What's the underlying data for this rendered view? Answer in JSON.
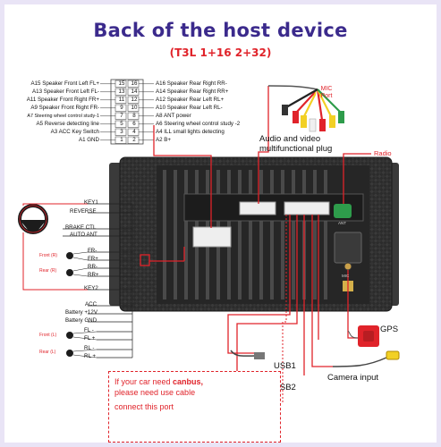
{
  "header": {
    "title": "Back of the host device",
    "subtitle": "(T3L 1+16 2+32)"
  },
  "connector_pins": {
    "left": [
      "A15  Speaker Front Left FL+",
      "A13  Speaker Front Left FL-",
      "A11  Speaker Front Right FR+",
      "A9  Speaker Front Right FR-",
      "A7  Steering wheel control study-1",
      "A5  Reverse detecting line",
      "A3 ACC Key Switch",
      "A1 GND"
    ],
    "right": [
      "A16 Speaker Rear Right RR-",
      "A14 Speaker Rear Right RR+",
      "A12 Speaker Rear Left RL+",
      "A10 Speaker Rear Left RL-",
      "A8  ANT power",
      "A6  Steering wheel control study -2",
      "A4  ILL small lights detecting",
      "A2  B+"
    ],
    "numbers_left": [
      "15",
      "13",
      "11",
      "9",
      "7",
      "5",
      "3",
      "1"
    ],
    "numbers_right": [
      "16",
      "14",
      "12",
      "10",
      "8",
      "6",
      "4",
      "2"
    ]
  },
  "av_plug": {
    "mic_label": "MIC Port",
    "label": "Audio and video multifunctional plug"
  },
  "radio_label": "Radio",
  "left_wires": {
    "key1": "KEY1",
    "reverse": "REVERSE",
    "brake": "BRAKE CTL",
    "auto_ant": "AUTO ANT",
    "front_r": "Front (R)",
    "rear_r": "Rear (R)",
    "fr_minus": "FR-",
    "fr_plus": "FR+",
    "rr_minus": "RR-",
    "rr_plus": "RR+",
    "key2": "KEY2",
    "acc": "ACC",
    "battery": "Battery +12V",
    "battery_gnd": "Battery GND",
    "front_l": "Front (L)",
    "rear_l": "Rear (L)",
    "fl_minus": "FL -",
    "fl_plus": "FL +",
    "rl_minus": "RL -",
    "rl_plus": "RL +"
  },
  "ports": {
    "gps": "GPS",
    "usb1": "USB1",
    "usb2": "USB2",
    "camera": "Camera input",
    "ant": "ANT",
    "mic": "MIC"
  },
  "canbus_note": {
    "line1_a": "If your car need ",
    "line1_b": "canbus,",
    "line2": "please need use cable",
    "line3": "connect this port"
  },
  "colors": {
    "accent_red": "#e0232a",
    "title_purple": "#3b2a8c",
    "unit_dark": "#2a2a2a"
  }
}
